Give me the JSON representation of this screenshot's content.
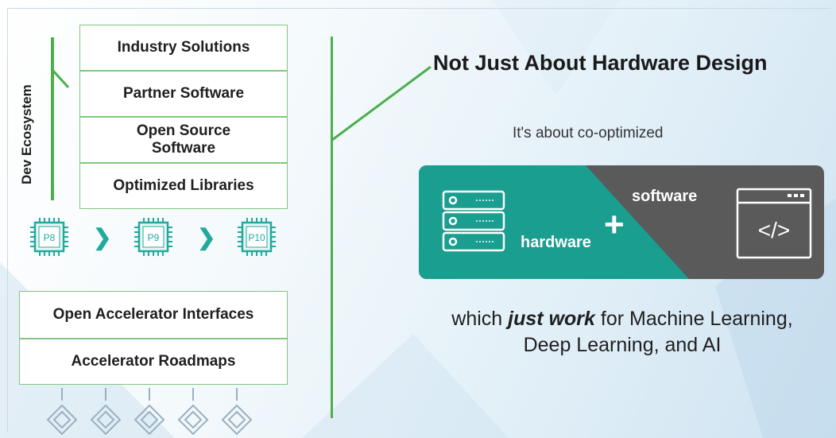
{
  "dev_ecosystem": {
    "label": "Dev Ecosystem",
    "layers": [
      "Industry Solutions",
      "Partner Software",
      "Open Source Software",
      "Optimized Libraries"
    ]
  },
  "processors": [
    {
      "label": "P8"
    },
    {
      "label": "P9"
    },
    {
      "label": "P10"
    }
  ],
  "accelerator": {
    "layers": [
      "Open Accelerator Interfaces",
      "Accelerator Roadmaps"
    ]
  },
  "right": {
    "title": "Not Just About Hardware Design",
    "subtitle": "It's about co-optimized",
    "banner": {
      "hardware_label": "hardware",
      "software_label": "software",
      "plus": "+",
      "code_symbol": "</>"
    },
    "conclusion": {
      "prefix": "which ",
      "emphasis": "just work",
      "suffix": " for Machine Learning,",
      "line2": "Deep Learning, and AI"
    }
  },
  "colors": {
    "accent_green": "#4cae4c",
    "teal": "#1a9e90",
    "dark_gray": "#5a5a5a"
  }
}
